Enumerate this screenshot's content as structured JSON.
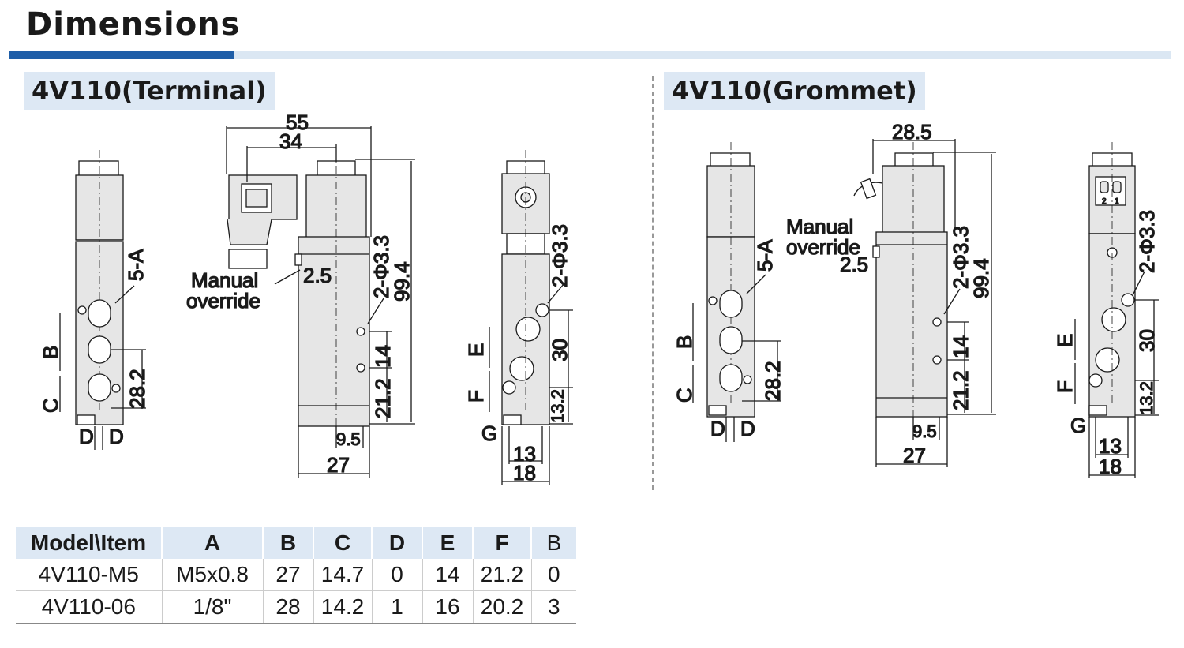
{
  "page": {
    "title": "Dimensions"
  },
  "sections": {
    "terminal": {
      "title": "4V110(Terminal)"
    },
    "grommet": {
      "title": "4V110(Grommet)"
    }
  },
  "labels": {
    "manual": "Manual",
    "override": "override",
    "port_a": "5-A",
    "port_b": "B",
    "port_c": "C",
    "port_d": "D",
    "port_e": "E",
    "port_f": "F",
    "port_g": "G",
    "hole": "2-Φ3.3",
    "pin2": "2",
    "pin1": "1"
  },
  "dimensions": {
    "d55": "55",
    "d34": "34",
    "d28_5": "28.5",
    "d2_5": "2.5",
    "d99_4": "99.4",
    "d14": "14",
    "d21_2": "21.2",
    "d28_2": "28.2",
    "d9_5": "9.5",
    "d27": "27",
    "d30": "30",
    "d13_2": "13.2",
    "d13": "13",
    "d18": "18"
  },
  "table": {
    "headers": [
      "Model\\Item",
      "A",
      "B",
      "C",
      "D",
      "E",
      "F",
      "B"
    ],
    "rows": [
      [
        "4V110-M5",
        "M5x0.8",
        "27",
        "14.7",
        "0",
        "14",
        "21.2",
        "0"
      ],
      [
        "4V110-06",
        "1/8\"",
        "28",
        "14.2",
        "1",
        "16",
        "20.2",
        "3"
      ]
    ]
  }
}
